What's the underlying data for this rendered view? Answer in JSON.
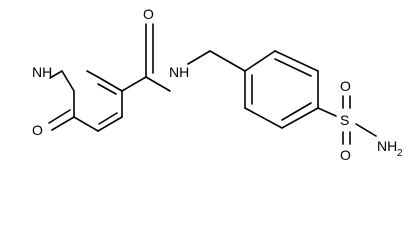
{
  "molecule": {
    "atoms": {
      "carbonyl_oxygen_amide": "O",
      "ring_nh": "NH",
      "amide_nh": "NH",
      "ketone_oxygen": "O",
      "sulfonyl_oxygen_top": "O",
      "sulfonyl_oxygen_bottom": "O",
      "sulfur": "S",
      "sulfonamide_nh2": "NH",
      "nh2_subscript": "2"
    },
    "colors": {
      "bond": "#000000",
      "label": "#000000",
      "background": "#ffffff"
    }
  }
}
